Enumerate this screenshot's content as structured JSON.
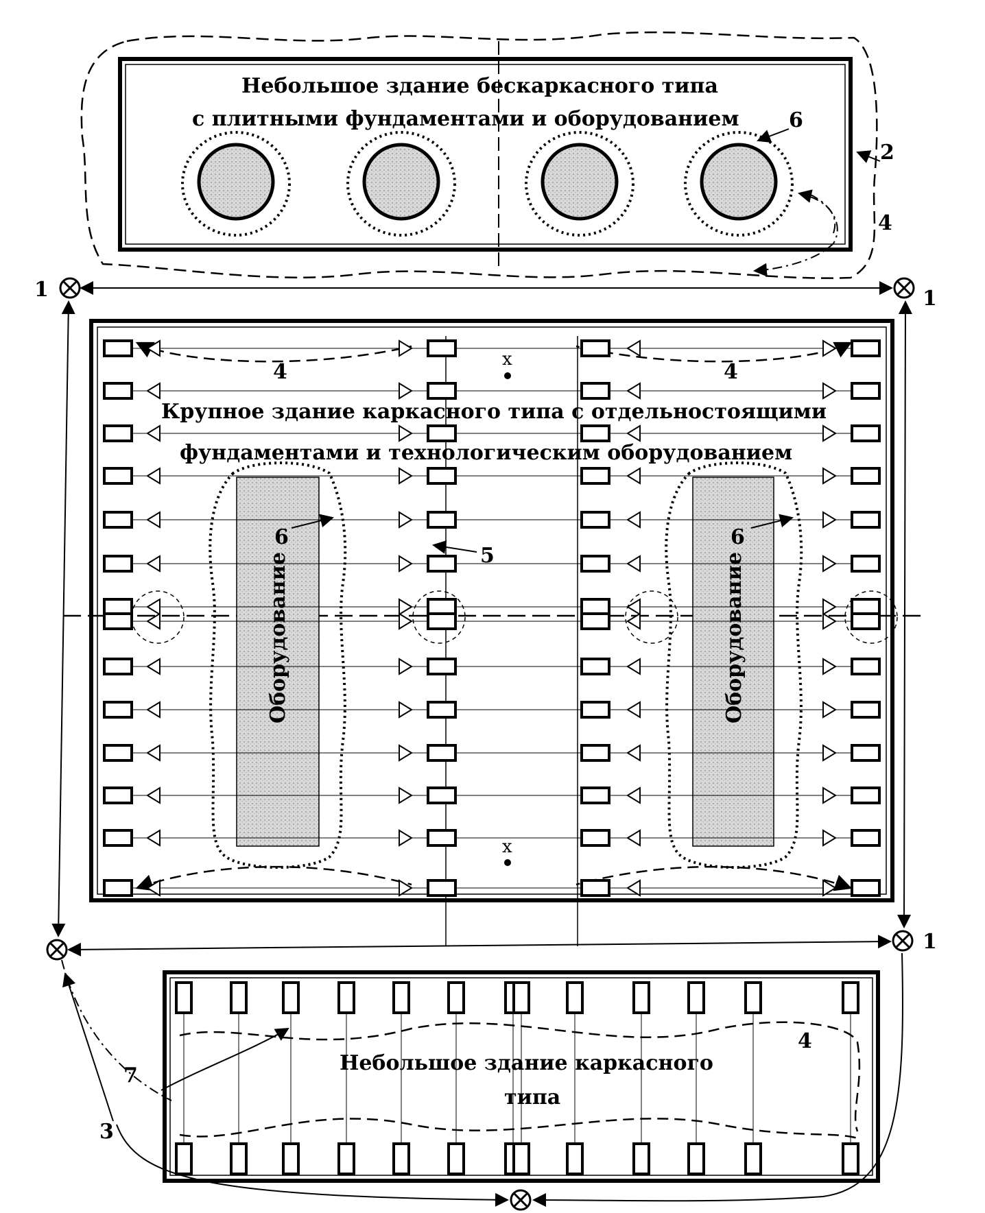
{
  "buildings": {
    "top": {
      "title_line1": "Небольшое здание бескаркасного типа",
      "title_line2": "с плитными фундаментами и оборудованием"
    },
    "middle": {
      "title_line1": "Крупное здание каркасного типа с отдельностоящими",
      "title_line2": "фундаментами и технологическим оборудованием",
      "equipment_left": "Оборудование",
      "equipment_right": "Оборудование"
    },
    "bottom": {
      "title_line1": "Небольшое здание каркасного",
      "title_line2": "типа"
    }
  },
  "callouts": {
    "n1": "1",
    "n2": "2",
    "n3": "3",
    "n4": "4",
    "n5": "5",
    "n6": "6",
    "n7": "7",
    "x": "x"
  },
  "icons": {
    "station": "crossed-circle-icon",
    "sensor": "triangle-marker-icon",
    "column": "column-foundation-icon"
  }
}
